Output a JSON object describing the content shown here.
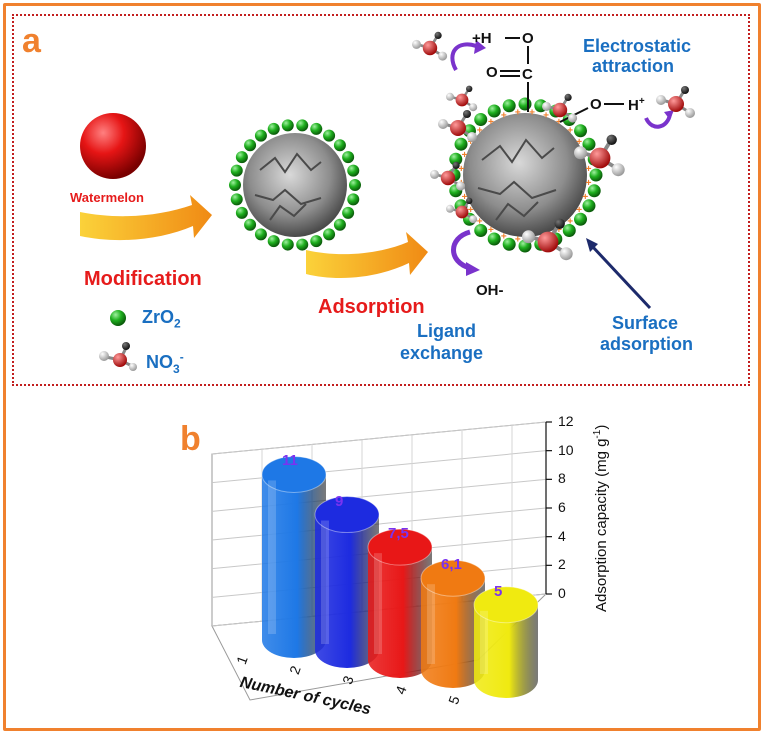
{
  "panel_a": {
    "label": "a",
    "watermelon": "Watermelon",
    "modification": "Modification",
    "adsorption": "Adsorption",
    "zro2": "ZrO",
    "zro2_sub": "2",
    "no3": "NO",
    "no3_sub": "3",
    "no3_sup": "-",
    "ligand_exchange_1": "Ligand",
    "ligand_exchange_2": "exchange",
    "electrostatic_1": "Electrostatic",
    "electrostatic_2": "attraction",
    "surface_adsorption_1": "Surface",
    "surface_adsorption_2": "adsorption",
    "oh_minus": "OH-",
    "h_plus_left": "+H",
    "o_top": "O",
    "o_double": "O",
    "c_atom": "C",
    "o_right": "O",
    "h_plus_right": "H",
    "h_plus_right_sup": "+"
  },
  "panel_b": {
    "label": "b"
  },
  "chart_data": {
    "type": "bar",
    "categories": [
      "1",
      "2",
      "3",
      "4",
      "5"
    ],
    "values": [
      11,
      9,
      7.5,
      6.1,
      5
    ],
    "value_labels": [
      "11",
      "9",
      "7,5",
      "6,1",
      "5"
    ],
    "title": "",
    "xlabel": "Number of cycles",
    "ylabel": "Adsorption capacity (mg g",
    "ylabel_sup": "-1",
    "ylabel_end": ")",
    "ylim": [
      0,
      12
    ],
    "yticks": [
      "0",
      "2",
      "4",
      "6",
      "8",
      "10",
      "12"
    ],
    "grid": true,
    "bar_colors": [
      "#1e78e6",
      "#1d2be0",
      "#e81717",
      "#f07a12",
      "#f0ea10"
    ]
  }
}
